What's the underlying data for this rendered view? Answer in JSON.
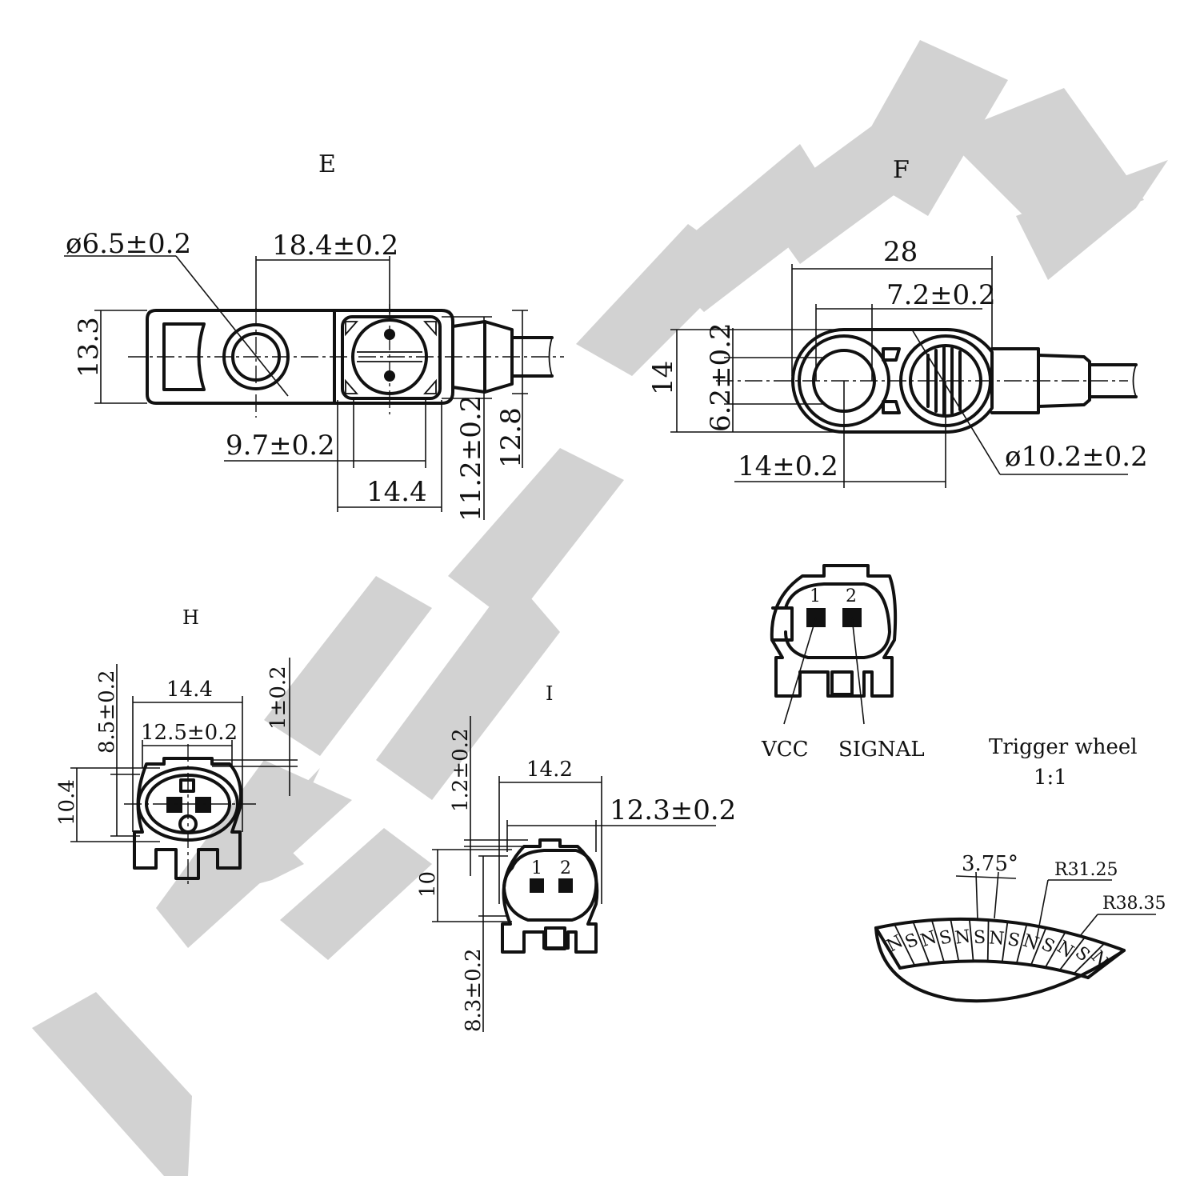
{
  "views": {
    "e": "E",
    "f": "F",
    "h": "H",
    "i": "I"
  },
  "view_e": {
    "dia_hole": "ø6.5±0.2",
    "hole_to_conn": "18.4±0.2",
    "height": "13.3",
    "conn_offset": "9.7±0.2",
    "conn_width": "14.4",
    "conn_height": "11.2±0.2",
    "cable_height": "12.8"
  },
  "view_f": {
    "length": "28",
    "hole_width": "7.2±0.2",
    "height": "14",
    "hole_height": "6.2±0.2",
    "center_distance": "14±0.2",
    "sensor_dia": "ø10.2±0.2"
  },
  "view_h": {
    "outer_width": "14.4",
    "inner_width": "12.5±0.2",
    "height": "10.4",
    "inner_height": "8.5±0.2",
    "latch": "1±0.2"
  },
  "view_i": {
    "outer_width": "14.2",
    "inner_width": "12.3±0.2",
    "height": "10",
    "latch": "1.2±0.2",
    "inner_height": "8.3±0.2"
  },
  "pinout": {
    "pin1_mark": "1",
    "pin2_mark": "2",
    "pin1": "VCC",
    "pin2": "SIGNAL"
  },
  "trigger_wheel": {
    "title": "Trigger wheel",
    "scale": "1:1",
    "angle": "3.75°",
    "inner_radius": "R31.25",
    "outer_radius": "R38.35",
    "poles": [
      "N",
      "S",
      "N",
      "S",
      "N",
      "S",
      "N",
      "S",
      "N",
      "S",
      "N",
      "S",
      "N"
    ]
  },
  "watermark": "ZENMEK"
}
